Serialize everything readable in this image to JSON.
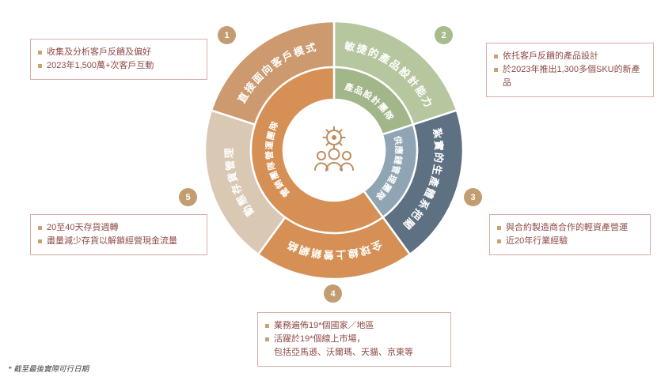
{
  "footnote": "*  截至最後實際可行日期",
  "diagram": {
    "center_icon": "gear-and-team-icon",
    "outer_segments": [
      {
        "num": "1",
        "label": "直接面向客戶模式",
        "color": "#cc9a6e"
      },
      {
        "num": "2",
        "label": "敏捷的產品設計能力",
        "color": "#b6c7a0"
      },
      {
        "num": "3",
        "label": "紮實的生產體系把關",
        "color": "#5e7183"
      },
      {
        "num": "4",
        "label": "全球線上營銷網絡",
        "color": "#d68f54"
      },
      {
        "num": "5",
        "label": "動態存貨管理",
        "color": "#d9c8b3"
      }
    ],
    "inner_segments": [
      {
        "label": "產品設計團隊",
        "color": "#a1b689"
      },
      {
        "label": "供應鏈管理團隊",
        "color": "#90a5b3"
      },
      {
        "label": "營銷團隊",
        "color": "#d68f54"
      },
      {
        "label": "營運團隊",
        "color": "#d68f54"
      }
    ]
  },
  "callouts": [
    {
      "num": "1",
      "bullets": [
        "收集及分析客戶反饋及偏好",
        "2023年1,500萬+次客戶互動"
      ]
    },
    {
      "num": "2",
      "bullets": [
        "依托客戶反饋的產品設計",
        "於2023年推出1,300多個SKU的新產品"
      ]
    },
    {
      "num": "3",
      "bullets": [
        "與合約製造商合作的輕資產營運",
        "近20年行業經驗"
      ]
    },
    {
      "num": "4",
      "bullets": [
        "業務遍佈19*個國家／地區",
        "活躍於19*個線上市場，\n包括亞馬遜、沃爾瑪、天貓、京東等"
      ]
    },
    {
      "num": "5",
      "bullets": [
        "20至40天存貨週轉",
        "盡量減少存貨以解鎖經營現金流量"
      ]
    }
  ]
}
